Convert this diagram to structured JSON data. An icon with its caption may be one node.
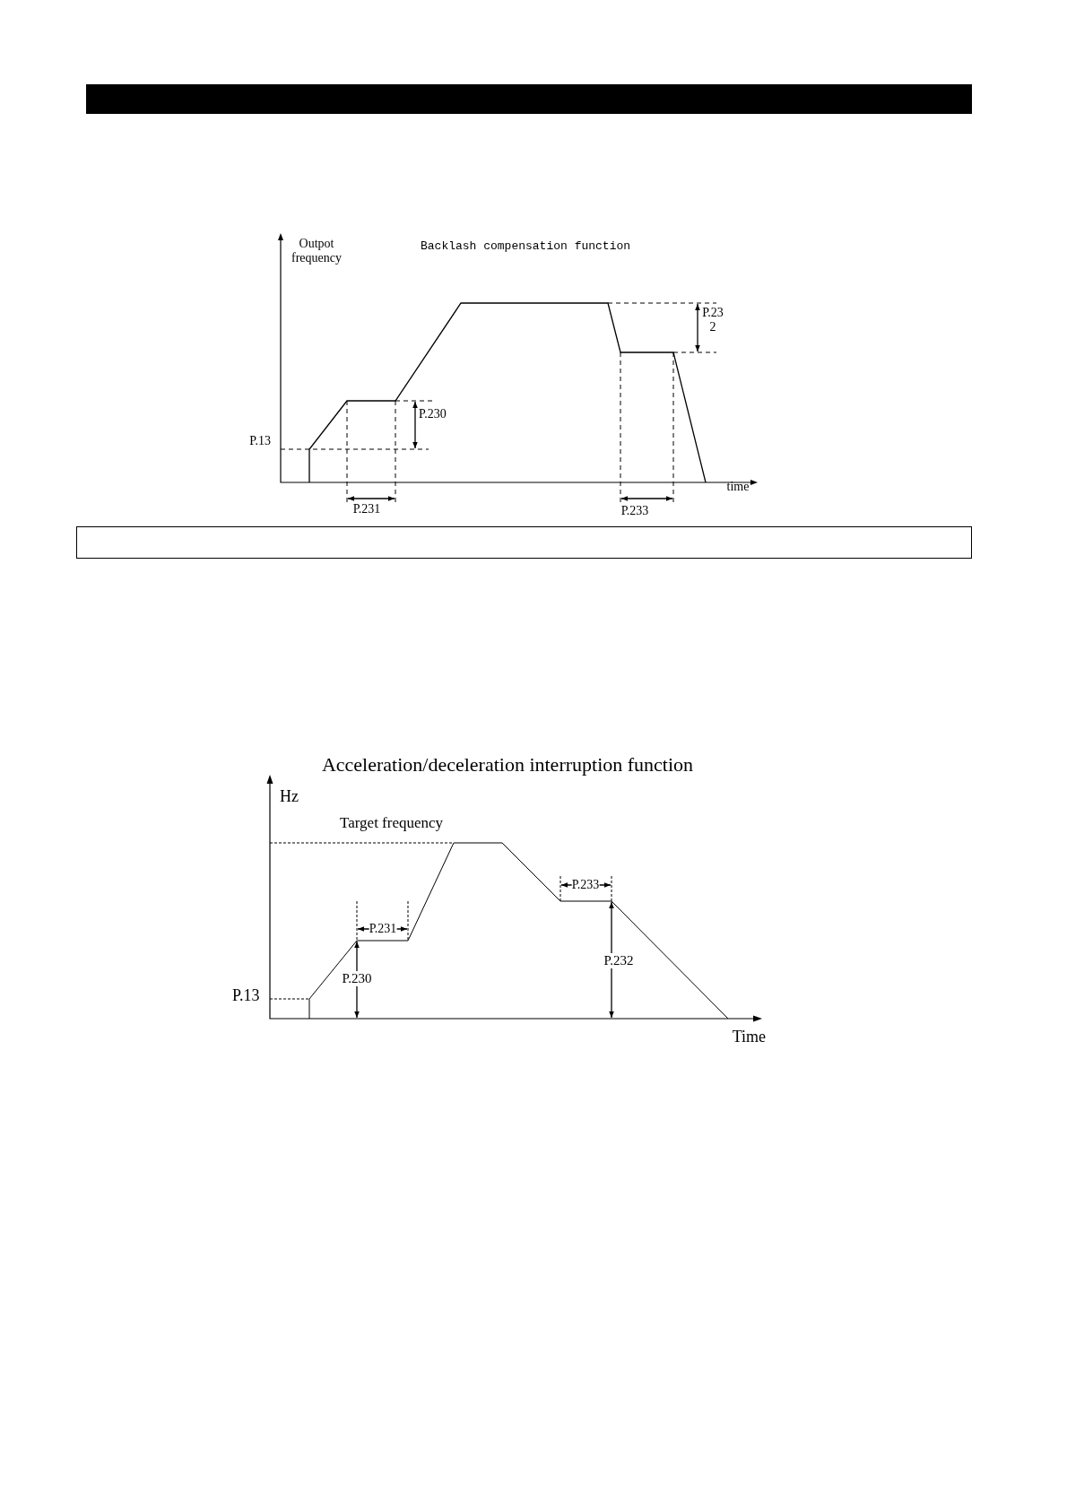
{
  "diagram": {
    "labels": [
      "Outpot frequency",
      "Backlash compensation function",
      "P.23 2",
      "P.230",
      "P.13",
      "time",
      "P.231",
      "P.233",
      "Acceleration/deceleration interruption function",
      "Hz",
      "Target frequency",
      "P.233",
      "P.231",
      "P.232",
      "P.230",
      "P.13",
      "Time"
    ]
  }
}
